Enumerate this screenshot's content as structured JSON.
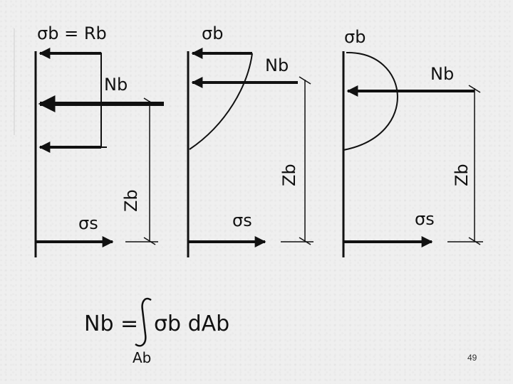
{
  "diagrams": [
    {
      "top_label": "σb = Rb",
      "force_label": "Nb",
      "lever_label": "Zb",
      "steel_label": "σs"
    },
    {
      "top_label": "σb",
      "force_label": "Nb",
      "lever_label": "Zb",
      "steel_label": "σs"
    },
    {
      "top_label": "σb",
      "force_label": "Nb",
      "lever_label": "Zb",
      "steel_label": "σs"
    }
  ],
  "formula": {
    "lhs": "Nb =",
    "integrand": "σb dAb",
    "limit": "Ab"
  },
  "page_number": "49",
  "colors": {
    "ink": "#111111",
    "background": "#efefef"
  }
}
